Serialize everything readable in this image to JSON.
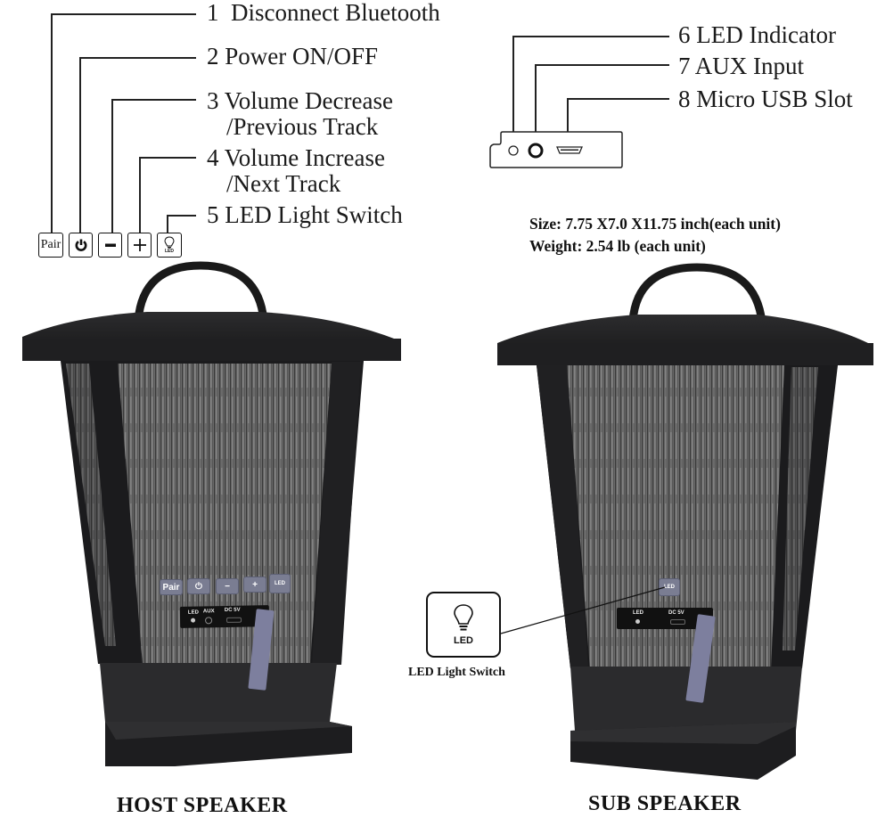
{
  "callouts_left": [
    {
      "num": "1",
      "label": "Disconnect Bluetooth",
      "sub": ""
    },
    {
      "num": "2",
      "label": "Power ON/OFF",
      "sub": ""
    },
    {
      "num": "3",
      "label": "Volume Decrease",
      "sub": "/Previous Track"
    },
    {
      "num": "4",
      "label": "Volume Increase",
      "sub": "/Next Track"
    },
    {
      "num": "5",
      "label": "LED Light Switch",
      "sub": ""
    }
  ],
  "callouts_right": [
    {
      "num": "6",
      "label": "LED Indicator"
    },
    {
      "num": "7",
      "label": "AUX Input"
    },
    {
      "num": "8",
      "label": "Micro USB Slot"
    }
  ],
  "control_keys": [
    {
      "id": "pair",
      "glyph": "Pair",
      "icon": "pair-text-icon"
    },
    {
      "id": "power",
      "glyph": "⏻",
      "icon": "power-icon"
    },
    {
      "id": "minus",
      "glyph": "−",
      "icon": "minus-icon"
    },
    {
      "id": "plus",
      "glyph": "+",
      "icon": "plus-icon"
    },
    {
      "id": "led",
      "glyph": "LED",
      "icon": "lightbulb-icon"
    }
  ],
  "specs": {
    "size": "Size: 7.75 X7.0 X11.75 inch(each unit)",
    "weight": "Weight: 2.54 lb (each unit)"
  },
  "host_speaker": {
    "title": "HOST SPEAKER",
    "buttons": [
      "Pair",
      "⏻",
      "−",
      "+",
      "LED"
    ],
    "ports": [
      "LED",
      "AUX",
      "DC 5V"
    ]
  },
  "sub_speaker": {
    "title": "SUB SPEAKER",
    "buttons": [
      "LED"
    ],
    "ports": [
      "LED",
      "DC 5V"
    ],
    "callout_box_text": "LED",
    "callout_label": "LED Light Switch"
  },
  "colors": {
    "speaker_body": "#1c1c1e",
    "speaker_frame": "#2a2a2c",
    "wood_panel": "#6e6e6e",
    "button_fill": "#7a7d92",
    "port_cover": "#7d7f9e",
    "text": "#1a1a1a"
  }
}
